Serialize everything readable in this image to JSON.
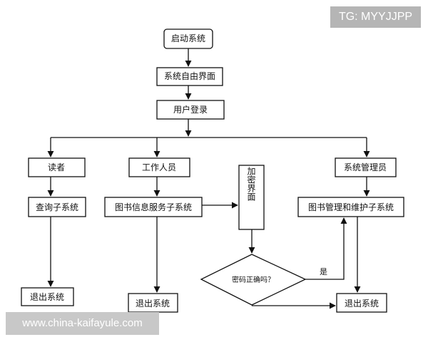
{
  "nodes": {
    "start": "启动系统",
    "main_ui": "系统自由界面",
    "login": "用户登录",
    "reader": "读者",
    "worker": "工作人员",
    "admin": "系统管理员",
    "query": "查询子系统",
    "info_service": "图书信息服务子系统",
    "encrypt": "加密界面",
    "manage": "图书管理和维护子系统",
    "password_check": "密码正确吗？",
    "exit_reader": "退出系统",
    "exit_worker": "退出系统",
    "exit_admin": "退出系统"
  },
  "edge_labels": {
    "yes": "是"
  },
  "overlay": {
    "tag": "TG: MYYJJPP",
    "watermark": "www.china-kaifayule.com"
  }
}
